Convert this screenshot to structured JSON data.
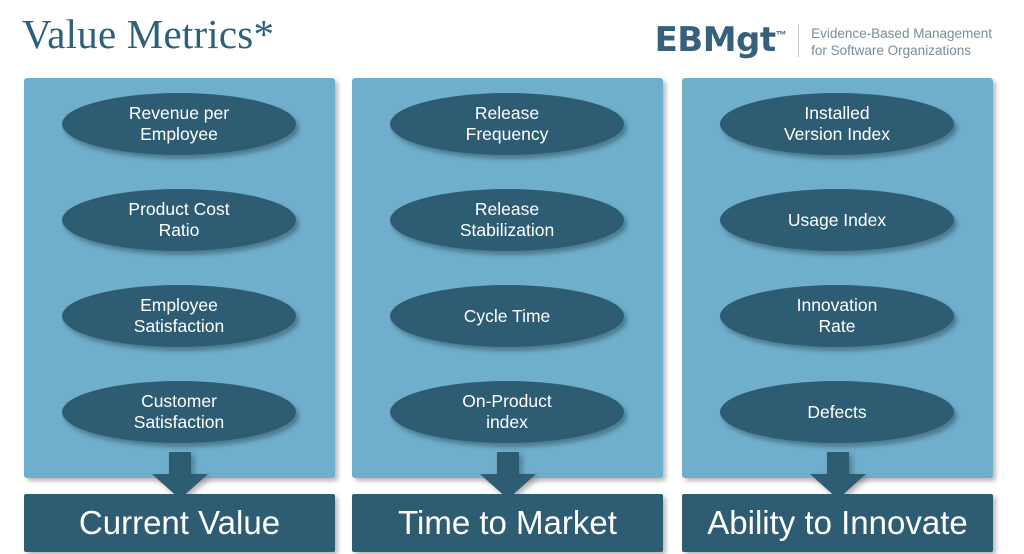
{
  "header": {
    "title": "Value Metrics*",
    "logo": {
      "wordmark": "EBMgt",
      "trademark": "™",
      "tagline_line1": "Evidence-Based Management",
      "tagline_line2": "for Software Organizations"
    }
  },
  "colors": {
    "panel_background": "#6fafcc",
    "bubble_fill": "#2e5c73",
    "title_text": "#2f6079",
    "logo_wordmark": "#36617a",
    "logo_tagline": "#7b8c97",
    "label_text": "#ffffff",
    "page_background": "#ffffff"
  },
  "columns": [
    {
      "id": "current-value",
      "footer_label": "Current Value",
      "arrow_icon": "down-arrow-icon",
      "metrics": [
        {
          "line1": "Revenue per",
          "line2": "Employee"
        },
        {
          "line1": "Product Cost",
          "line2": "Ratio"
        },
        {
          "line1": "Employee",
          "line2": "Satisfaction"
        },
        {
          "line1": "Customer",
          "line2": "Satisfaction"
        }
      ]
    },
    {
      "id": "time-to-market",
      "footer_label": "Time to Market",
      "arrow_icon": "down-arrow-icon",
      "metrics": [
        {
          "line1": "Release",
          "line2": "Frequency"
        },
        {
          "line1": "Release",
          "line2": "Stabilization"
        },
        {
          "line1": "Cycle Time",
          "line2": ""
        },
        {
          "line1": "On-Product",
          "line2": "index"
        }
      ]
    },
    {
      "id": "ability-to-innovate",
      "footer_label": "Ability to Innovate",
      "arrow_icon": "down-arrow-icon",
      "metrics": [
        {
          "line1": "Installed",
          "line2": "Version Index"
        },
        {
          "line1": "Usage Index",
          "line2": ""
        },
        {
          "line1": "Innovation",
          "line2": "Rate"
        },
        {
          "line1": "Defects",
          "line2": ""
        }
      ]
    }
  ]
}
